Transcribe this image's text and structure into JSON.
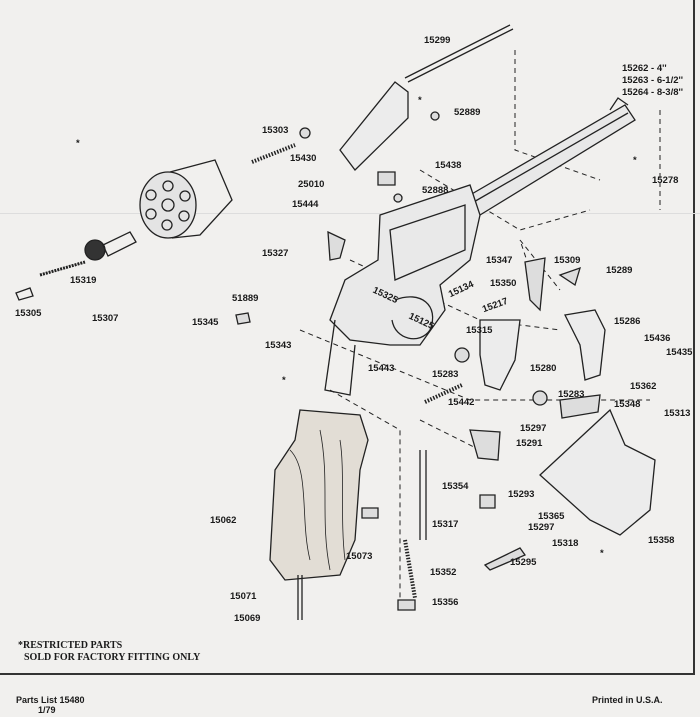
{
  "parts": {
    "p15299": "15299",
    "p15262": "15262 - 4''",
    "p15263": "15263 - 6-1/2''",
    "p15264": "15264 - 8-3/8''",
    "p52889": "52889",
    "p15303": "15303",
    "p15430": "15430",
    "p15438": "15438",
    "p15278": "15278",
    "p25010": "25010",
    "p52888": "52888",
    "p15444": "15444",
    "p15327": "15327",
    "p15347": "15347",
    "p15309": "15309",
    "p15289": "15289",
    "p15350": "15350",
    "p15319": "15319",
    "p15134": "15134",
    "p15217": "15217",
    "p15305": "15305",
    "p15307": "15307",
    "p51889": "51889",
    "p15345": "15345",
    "p15286": "15286",
    "p15315": "15315",
    "p15343": "15343",
    "p15436": "15436",
    "p15435": "15435",
    "p15325": "15325",
    "p15125": "15125",
    "p15280": "15280",
    "p15443": "15443",
    "p15283a": "15283",
    "p15362": "15362",
    "p15283b": "15283",
    "p15348": "15348",
    "p15313": "15313",
    "p15442": "15442",
    "p15297a": "15297",
    "p15291": "15291",
    "p15354": "15354",
    "p15293": "15293",
    "p15365": "15365",
    "p15062": "15062",
    "p15317": "15317",
    "p15297b": "15297",
    "p15358": "15358",
    "p15073": "15073",
    "p15318": "15318",
    "p15295": "15295",
    "p15352": "15352",
    "p15356": "15356",
    "p15071": "15071",
    "p15069": "15069"
  },
  "restricted_marker": "*",
  "notes": {
    "line1": "*RESTRICTED PARTS",
    "line2": "SOLD FOR FACTORY FITTING ONLY"
  },
  "footer": {
    "parts_list": "Parts List 15480",
    "date": "1/79",
    "printed": "Printed in U.S.A."
  }
}
